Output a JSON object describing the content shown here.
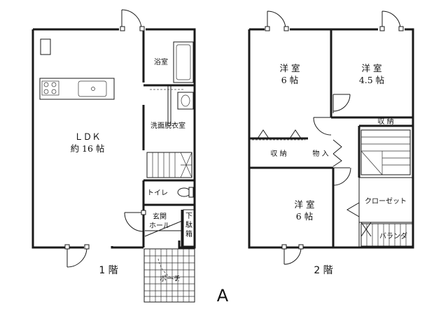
{
  "floor1": {
    "ldk_line1": "ＬＤＫ",
    "ldk_line2": "約 16 帖",
    "bath": "浴室",
    "washroom": "洗面脱衣室",
    "toilet": "トイレ",
    "entrance_line1": "玄関",
    "entrance_line2": "ホール",
    "shoe_box": [
      "下",
      "駄",
      "箱"
    ],
    "porch": "ポーチ",
    "floor_label": "1 階"
  },
  "floor2": {
    "west_room_name": "洋 室",
    "west_room_size": "6 帖",
    "east_room_name": "洋 室",
    "east_room_size": "4.5 帖",
    "south_room_name": "洋 室",
    "south_room_size": "6 帖",
    "storage_1": "収 納",
    "storage_2": "収 納",
    "closet_small": "物 入",
    "closet": "クローゼット",
    "balcony": "バランダ",
    "floor_label": "2 階"
  },
  "plan_id": "A"
}
